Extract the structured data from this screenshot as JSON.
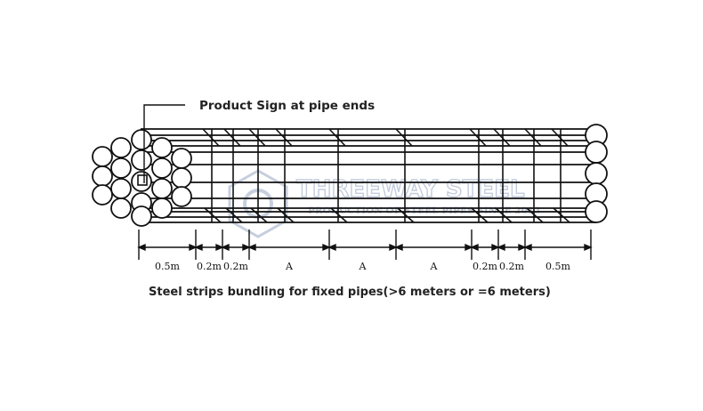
{
  "title_label": "Product Sign at pipe ends",
  "caption": "Steel strips bundling for fixed pipes(>6 meters or =6 meters)",
  "watermark": {
    "brand": "THREEWAY STEEL",
    "tagline": "PRODUCTION OF STEEL PIPES SINCE 2013"
  },
  "segments": [
    "0.5m",
    "0.2m",
    "0.2m",
    "A",
    "A",
    "A",
    "0.2m",
    "0.2m",
    "0.5m"
  ],
  "colors": {
    "line": "#111111",
    "watermark": "#b9c3d6"
  }
}
